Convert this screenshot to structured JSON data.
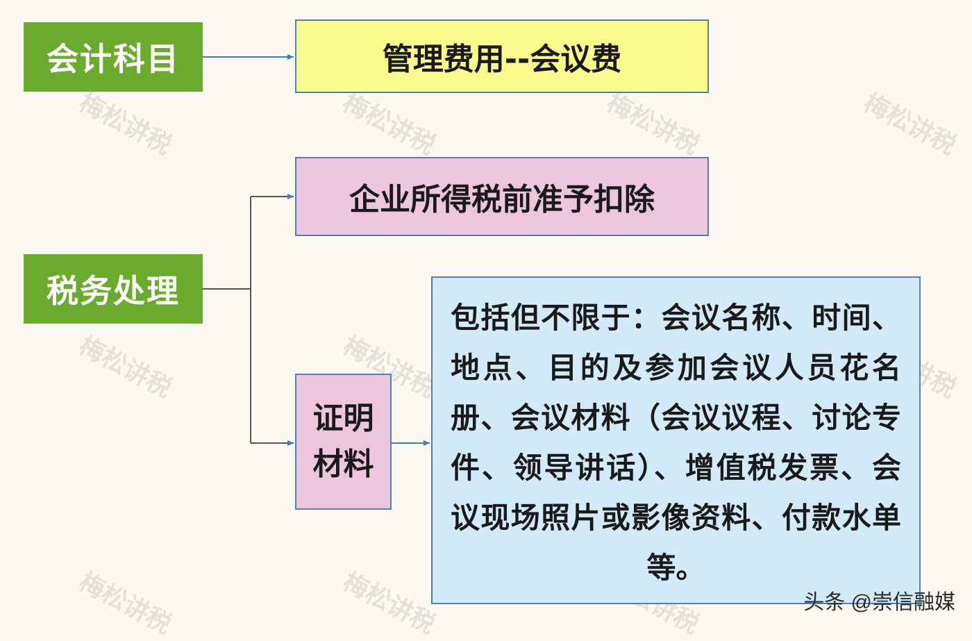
{
  "boxes": {
    "accounting_subject": "会计科目",
    "expense_category": "管理费用--会议费",
    "tax_treatment": "税务处理",
    "deduction_rule": "企业所得税前准予扣除",
    "proof_materials": "证明材料",
    "proof_details": "包括但不限于：会议名称、时间、地点、目的及参加会议人员花名册、会议材料（会议议程、讨论专件、领导讲话）、增值税发票、会议现场照片或影像资料、付款水单等。"
  },
  "watermark": "梅松讲税",
  "credit": "头条 @崇信融媒",
  "colors": {
    "green": "#6aaa2c",
    "yellow": "#fafa8c",
    "pink": "#ecc6dc",
    "blue": "#d3ebf9",
    "border": "#4f7fb4",
    "line": "#555555",
    "arrow": "#3b7fc0"
  }
}
